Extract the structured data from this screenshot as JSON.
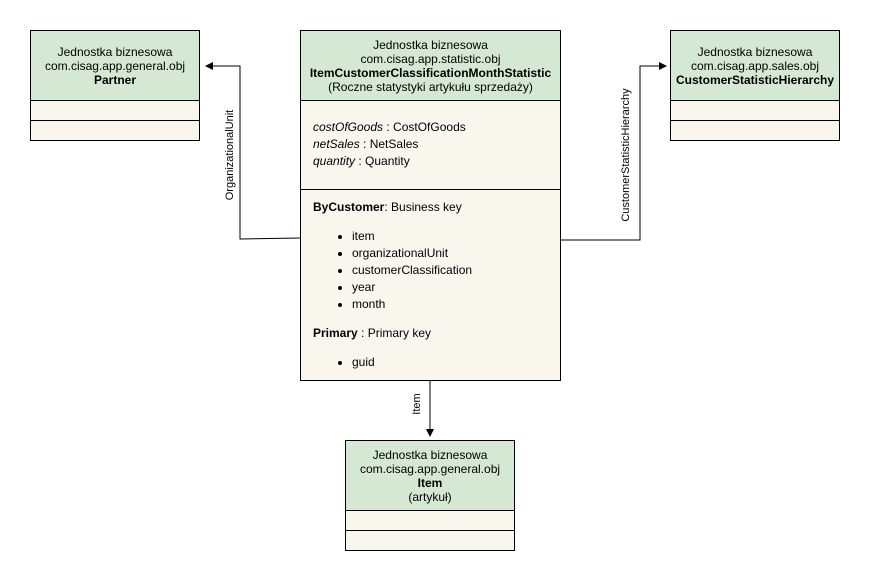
{
  "entities": {
    "partner": {
      "type_label": "Jednostka biznesowa",
      "package": "com.cisag.app.general.obj",
      "name": "Partner"
    },
    "main": {
      "type_label": "Jednostka biznesowa",
      "package": "com.cisag.app.statistic.obj",
      "name": "ItemCustomerClassificationMonthStatistic",
      "description": "(Roczne statystyki artykułu sprzedaży)",
      "attributes": [
        {
          "name": "costOfGoods",
          "type": "CostOfGoods"
        },
        {
          "name": "netSales",
          "type": "NetSales"
        },
        {
          "name": "quantity",
          "type": "Quantity"
        }
      ],
      "keys": [
        {
          "name": "ByCustomer",
          "kind": "Business key",
          "fields": [
            "item",
            "organizationalUnit",
            "customerClassification",
            "year",
            "month"
          ]
        },
        {
          "name": "Primary",
          "kind": "Primary key",
          "fields": [
            "guid"
          ]
        }
      ]
    },
    "hierarchy": {
      "type_label": "Jednostka biznesowa",
      "package": "com.cisag.app.sales.obj",
      "name": "CustomerStatisticHierarchy"
    },
    "item": {
      "type_label": "Jednostka biznesowa",
      "package": "com.cisag.app.general.obj",
      "name": "Item",
      "description": "(artykuł)"
    }
  },
  "relations": {
    "organizational_unit": "OrganizationalUnit",
    "customer_statistic_hierarchy": "CustomerStatisticHierarchy",
    "item": "Item"
  }
}
